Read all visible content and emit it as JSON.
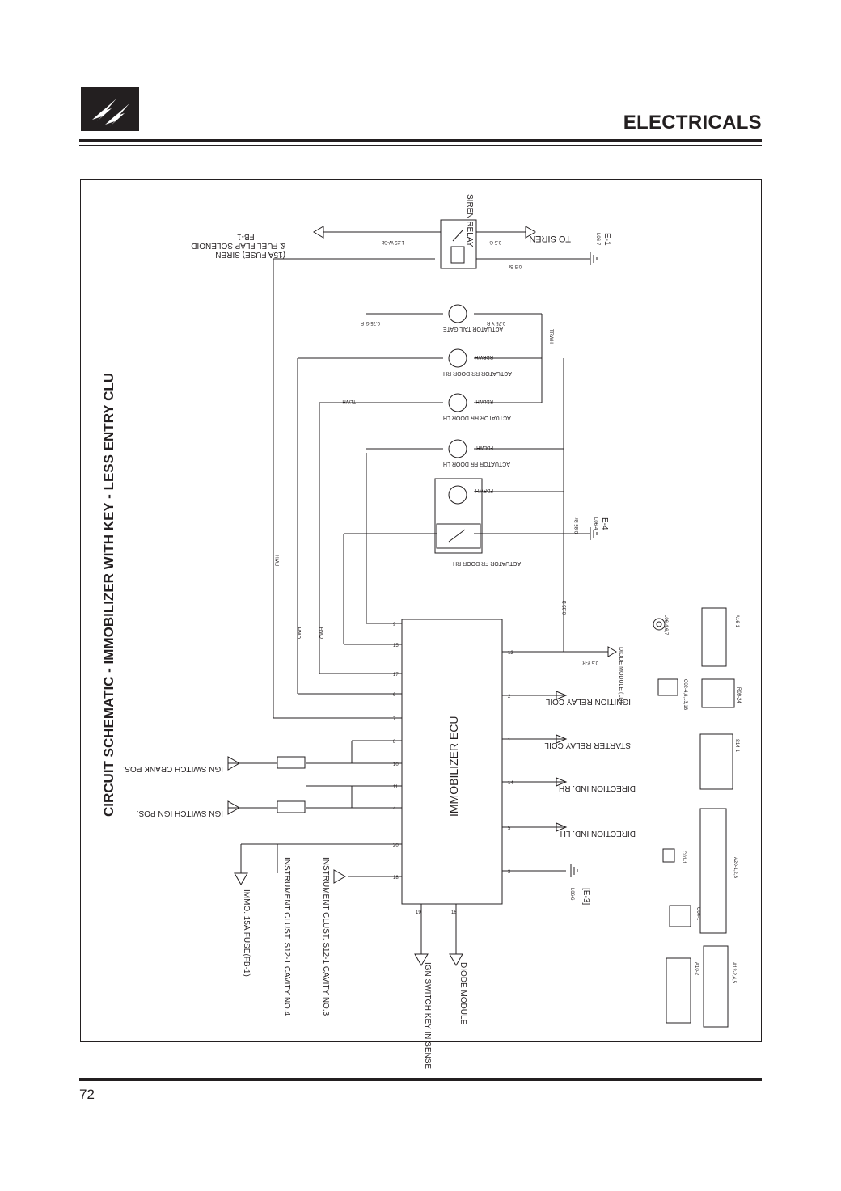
{
  "header": {
    "section": "ELECTRICALS",
    "logo_icon": "lightning-bolt-icon"
  },
  "diagram": {
    "title": "CIRCUIT SCHEMATIC - IMMOBILIZER WITH KEY - LESS ENTRY CLU",
    "ecu_label": "IMMOBILIZER ECU",
    "siren_relay": "SIREN RELAY",
    "fuse_siren": [
      "FB-1",
      "& FUEL FLAP SOLENOID",
      "(15A FUSE) SIREN"
    ],
    "to_siren": "TO SIREN",
    "ground_e1": "E-1",
    "ground_e1_ref": "L06-7",
    "ground_e4": "E-4",
    "ground_e4_ref": "L06-4",
    "ground_e3": "[E-3]",
    "ground_e3_ref": "L06-6",
    "actuators": [
      "ACTUATOR TAIL GATE",
      "ACTUATOR RR DOOR RH",
      "ACTUATOR RR DOOR LH",
      "ACTUATOR FR DOOR LH",
      "ACTUATOR FR DOOR RH"
    ],
    "outputs": [
      "DIODE MODULE (LD)",
      "IGNITION RELAY COIL",
      "STARTER RELAY COIL",
      "DIRECTION IND. RH",
      "DIRECTION IND. LH"
    ],
    "inputs": [
      "IGN SWITCH CRANK POS.",
      "IGN SWITCH IGN POS.",
      "IMMO. 15A FUSE(FB-1)",
      "INSTRUMENT CLUST. S12-1 CAVITY NO.4",
      "INSTRUMENT CLUST. S12-1 CAVITY NO.3",
      "IGN SWITCH KEY IN SENSE",
      "DIODE MODULE"
    ],
    "ecu_pins_left": [
      "9",
      "15",
      "17",
      "6",
      "7",
      "8",
      "10",
      "11",
      "4",
      "20",
      "18"
    ],
    "ecu_pins_right": [
      "12",
      "2",
      "1",
      "14",
      "5",
      "3"
    ],
    "ecu_pins_bottom": [
      "19",
      "16"
    ],
    "wire_colors": [
      "CWH",
      "FWH",
      "TRWH",
      "RDRWH",
      "RDLWH",
      "FDLWH",
      "FDRWH",
      "TLWH",
      "0.85 B",
      "0.75 Y-R",
      "0.75 G-R",
      "0.85 Br",
      "0.5 Y-R",
      "1.25 W-Sb",
      "0.5 G",
      "0.5 Br"
    ],
    "connectors": [
      "L06-4,6,7",
      "A16-1",
      "C02-4,8,13,18",
      "R09-24",
      "S14-1",
      "C01-1",
      "A20-1,2,3",
      "C04-1",
      "A10-2",
      "A12-2,4,5"
    ]
  },
  "footer": {
    "page_number": "72"
  }
}
